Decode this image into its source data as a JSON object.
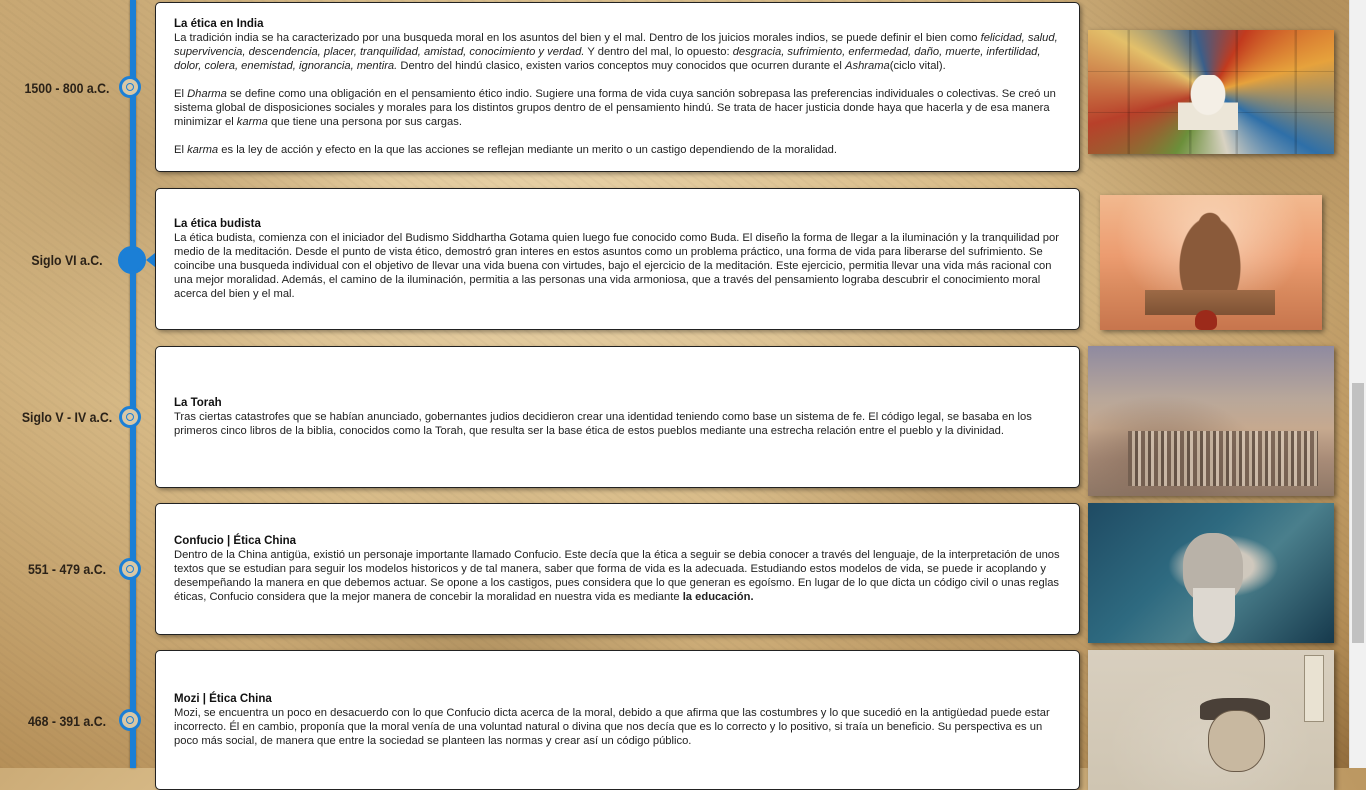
{
  "colors": {
    "timeline": "#1b7fd6",
    "card_bg": "#ffffff",
    "date_text": "#2b2218"
  },
  "events": [
    {
      "date": "1500 - 800 a.C.",
      "title": "La ética en India",
      "p1_a": "La tradición india se ha caracterizado por una busqueda moral en los asuntos del bien y el mal. Dentro de los juicios morales indios, se puede definir el bien como ",
      "p1_b": "felicidad, salud, supervivencia, descendencia, placer, tranquilidad, amistad, conocimiento y verdad.",
      "p1_c": " Y dentro del mal, lo opuesto: ",
      "p1_d": "desgracia, sufrimiento, enfermedad, daño, muerte, infertilidad, dolor, colera, enemistad, ignorancia, mentira.",
      "p1_e": " Dentro del hindú clasico, existen varios conceptos muy conocidos que ocurren durante el ",
      "p1_f": "Ashrama",
      "p1_g": "(ciclo vital).",
      "p2_a": "El ",
      "p2_b": "Dharma",
      "p2_c": " se define como una obligación en el pensamiento ético indio. Sugiere una forma de vida cuya sanción sobrepasa las preferencias individuales o colectivas. Se creó un sistema global de disposiciones sociales y morales para los distintos grupos dentro de el pensamiento hindú. Se trata de hacer justicia donde haya que hacerla y de esa manera minimizar el ",
      "p2_d": "karma",
      "p2_e": " que tiene una persona por sus cargas.",
      "p3_a": "El ",
      "p3_b": "karma",
      "p3_c": " es la ley de acción y efecto en la que las acciones se reflejan mediante un merito o un castigo dependiendo de la moralidad.",
      "image": "india-collage"
    },
    {
      "date": "Siglo VI a.C.",
      "title": "La ética budista",
      "text": "La ética budista, comienza con el iniciador del Budismo Siddhartha Gotama quien luego fue conocido como Buda. El diseño la forma de llegar a la iluminación y la tranquilidad por medio de la meditación. Desde el punto de vista ético, demostró gran interes en estos asuntos como un problema práctico, una forma de vida para liberarse del sufrimiento. Se coincibe una busqueda individual con el objetivo de llevar una vida buena con virtudes, bajo el ejercicio de la meditación. Este ejercicio, permitia llevar una vida más racional con una mejor moralidad. Además, el camino de la iluminación, permitia a las personas una vida armoniosa, que a través del pensamiento lograba descubrir el conocimiento moral acerca del bien y el mal.",
      "image": "buddha-statue"
    },
    {
      "date": "Siglo V - IV a.C.",
      "title": "La Torah",
      "text": "Tras ciertas catastrofes que se habían anunciado, gobernantes judios decidieron crear una identidad teniendo como base un sistema de fe. El código legal, se basaba en los primeros cinco libros de la biblia, conocidos como la Torah, que resulta ser la base ética de estos pueblos mediante una estrecha relación entre el pueblo y la divinidad.",
      "image": "exodus-painting"
    },
    {
      "date": "551 - 479 a.C.",
      "title": "Confucio | Ética China",
      "text": "Dentro de la China antigüa, existió un personaje importante llamado Confucio. Este decía que la ética a seguir se debia conocer a través del lenguaje, de la interpretación de unos textos que se estudian para seguir los modelos historicos y de tal manera, saber que forma de vida es la adecuada. Estudiando estos modelos de vida, se puede ir acoplando y desempeñando la manera en que debemos actuar. Se opone a los castigos, pues considera que lo que generan es egoísmo. En lugar de lo que dicta un código civil o unas reglas éticas, Confucio considera que la mejor manera de concebir la moralidad en nuestra vida es mediante ",
      "text_bold": "la educación.",
      "image": "confucius-portrait"
    },
    {
      "date": "468 - 391 a.C.",
      "title": "Mozi | Ética China",
      "text": "Mozi, se encuentra un poco en desacuerdo con lo que Confucio dicta acerca de la moral, debido a que afirma que las costumbres y lo que sucedió en la antigüedad puede estar incorrecto. Él en cambio, proponía que la moral venía de una voluntad natural o divina que nos decía que es lo correcto y lo positivo, si traía un beneficio. Su perspectiva es un poco más social, de manera que entre la sociedad se planteen las normas y crear así un código público.",
      "image": "mozi-portrait"
    }
  ]
}
